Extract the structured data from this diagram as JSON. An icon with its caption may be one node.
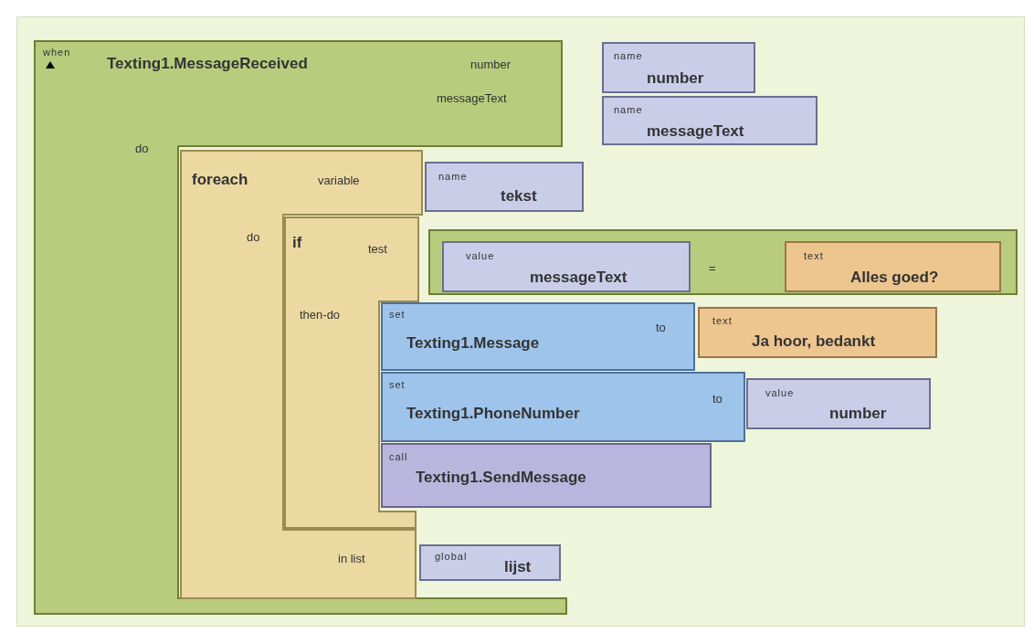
{
  "diagram": {
    "nodes": [
      {
        "text": [
          "when",
          "Texting1.MessageReceived",
          "number",
          "messageText",
          "do"
        ]
      },
      {
        "text": [
          "name",
          "number"
        ]
      },
      {
        "text": [
          "name",
          "messageText"
        ]
      },
      {
        "text": [
          "foreach",
          "variable",
          "do",
          "in list"
        ],
        "in": 0
      },
      {
        "text": [
          "name",
          "tekst"
        ]
      },
      {
        "text": [
          "if",
          "test",
          "then-do"
        ],
        "in": 3
      },
      {
        "text": [
          "="
        ]
      },
      {
        "text": [
          "value",
          "messageText"
        ],
        "in": 6
      },
      {
        "text": [
          "text",
          "Alles goed?"
        ],
        "in": 6
      },
      {
        "text": [
          "set",
          "Texting1.Message",
          "to"
        ]
      },
      {
        "text": [
          "text",
          "Ja hoor, bedankt"
        ]
      },
      {
        "text": [
          "set",
          "Texting1.PhoneNumber",
          "to"
        ]
      },
      {
        "text": [
          "value",
          "number"
        ]
      },
      {
        "text": [
          "call",
          "Texting1.SendMessage"
        ]
      },
      {
        "text": [
          "global",
          "lijst"
        ]
      }
    ],
    "edges": []
  }
}
